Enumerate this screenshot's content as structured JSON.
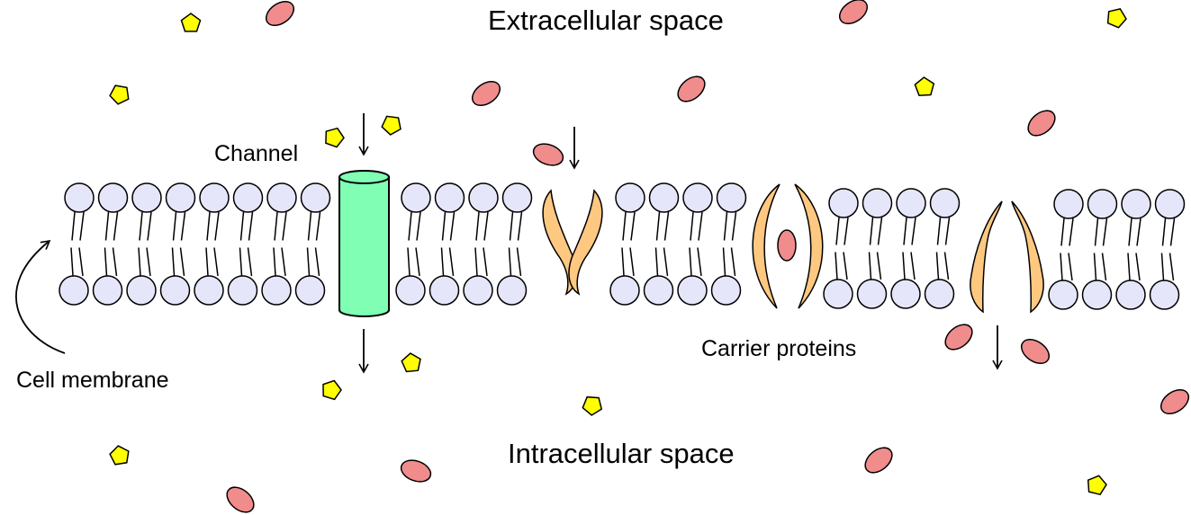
{
  "labels": {
    "extracellular": "Extracellular space",
    "intracellular": "Intracellular space",
    "channel": "Channel",
    "cell_membrane": "Cell membrane",
    "carrier_proteins": "Carrier proteins"
  },
  "colors": {
    "phospholipid_head": "#e6e6fa",
    "channel": "#80ffb4",
    "carrier_protein": "#ffc880",
    "ellipse_molecule": "#f08c8c",
    "pentagon_molecule": "#ffff00",
    "outline": "#000000"
  },
  "icons": {
    "ellipse_molecule": "oval-solute-icon",
    "pentagon_molecule": "pentagon-solute-icon"
  }
}
